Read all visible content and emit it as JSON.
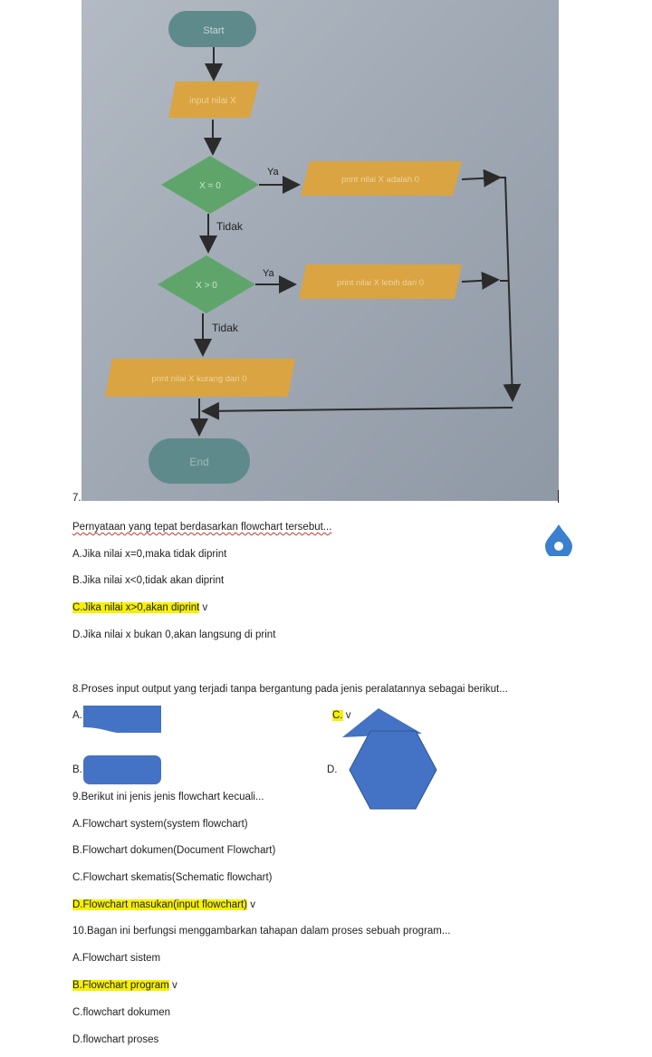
{
  "flowchart": {
    "start": "Start",
    "input": "input nilai X",
    "decision1": "X = 0",
    "decision2": "X > 0",
    "yes1": "Ya",
    "yes2": "Ya",
    "no1": "Tidak",
    "no2": "Tidak",
    "print1": "print nilai X adalah 0",
    "print2": "print nilai X lebih dari 0",
    "print3": "print nilai X kurang dari 0",
    "end": "End"
  },
  "q7": {
    "number": "7.",
    "question": "Pernyataan yang tepat berdasarkan flowchart tersebut...",
    "a": "A.Jika nilai x=0,maka tidak diprint",
    "b": "B.Jika nilai x<0,tidak akan diprint",
    "c": "C.Jika nilai x>0,akan diprint",
    "c_mark": "v",
    "d": "D.Jika nilai x bukan 0,akan langsung di print"
  },
  "q8": {
    "question": "8.Proses input output yang terjadi tanpa bergantung pada jenis peralatannya sebagai berikut...",
    "a": "A.",
    "b": "B.",
    "c": "C.",
    "c_mark": "v",
    "d": "D."
  },
  "q9": {
    "question": "9.Berikut ini jenis jenis flowchart kecuali...",
    "a": "A.Flowchart system(system flowchart)",
    "b": "B.Flowchart dokumen(Document Flowchart)",
    "c": "C.Flowchart skematis(Schematic flowchart)",
    "d": "D.Flowchart masukan(input flowchart)",
    "d_mark": "v"
  },
  "q10": {
    "question": "10.Bagan ini berfungsi menggambarkan tahapan dalam proses sebuah program...",
    "a": "A.Flowchart sistem",
    "b": "B.Flowchart program",
    "b_mark": "v",
    "c": "C.flowchart dokumen",
    "d": "D.flowchart proses"
  },
  "colors": {
    "terminal": "#5f8a8b",
    "io": "#d9a441",
    "decision": "#5fa56b",
    "shape_blue": "#4472c4",
    "highlight": "#f6f000"
  }
}
